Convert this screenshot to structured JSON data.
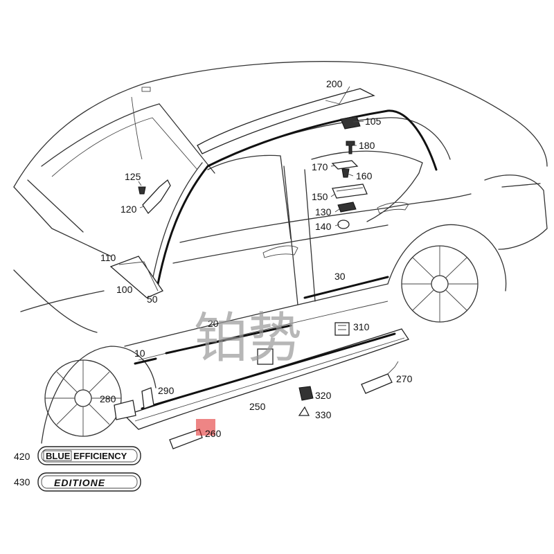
{
  "callouts": {
    "c200": "200",
    "c105": "105",
    "c180": "180",
    "c170": "170",
    "c160": "160",
    "c150": "150",
    "c130": "130",
    "c140": "140",
    "c125": "125",
    "c120": "120",
    "c110": "110",
    "c100": "100",
    "c50": "50",
    "c30": "30",
    "c20": "20",
    "c10": "10",
    "c310": "310",
    "c290": "290",
    "c280": "280",
    "c270": "270",
    "c250": "250",
    "c320": "320",
    "c330": "330",
    "c260": "260",
    "c420": "420",
    "c430": "430"
  },
  "badges": {
    "blue_efficiency_box": "BLUE",
    "blue_efficiency_word": "EFFICIENCY",
    "edition_e": "EDITIONE"
  },
  "watermark": "铂势",
  "colors": {
    "highlight": "#e02020",
    "line": "#333333"
  }
}
